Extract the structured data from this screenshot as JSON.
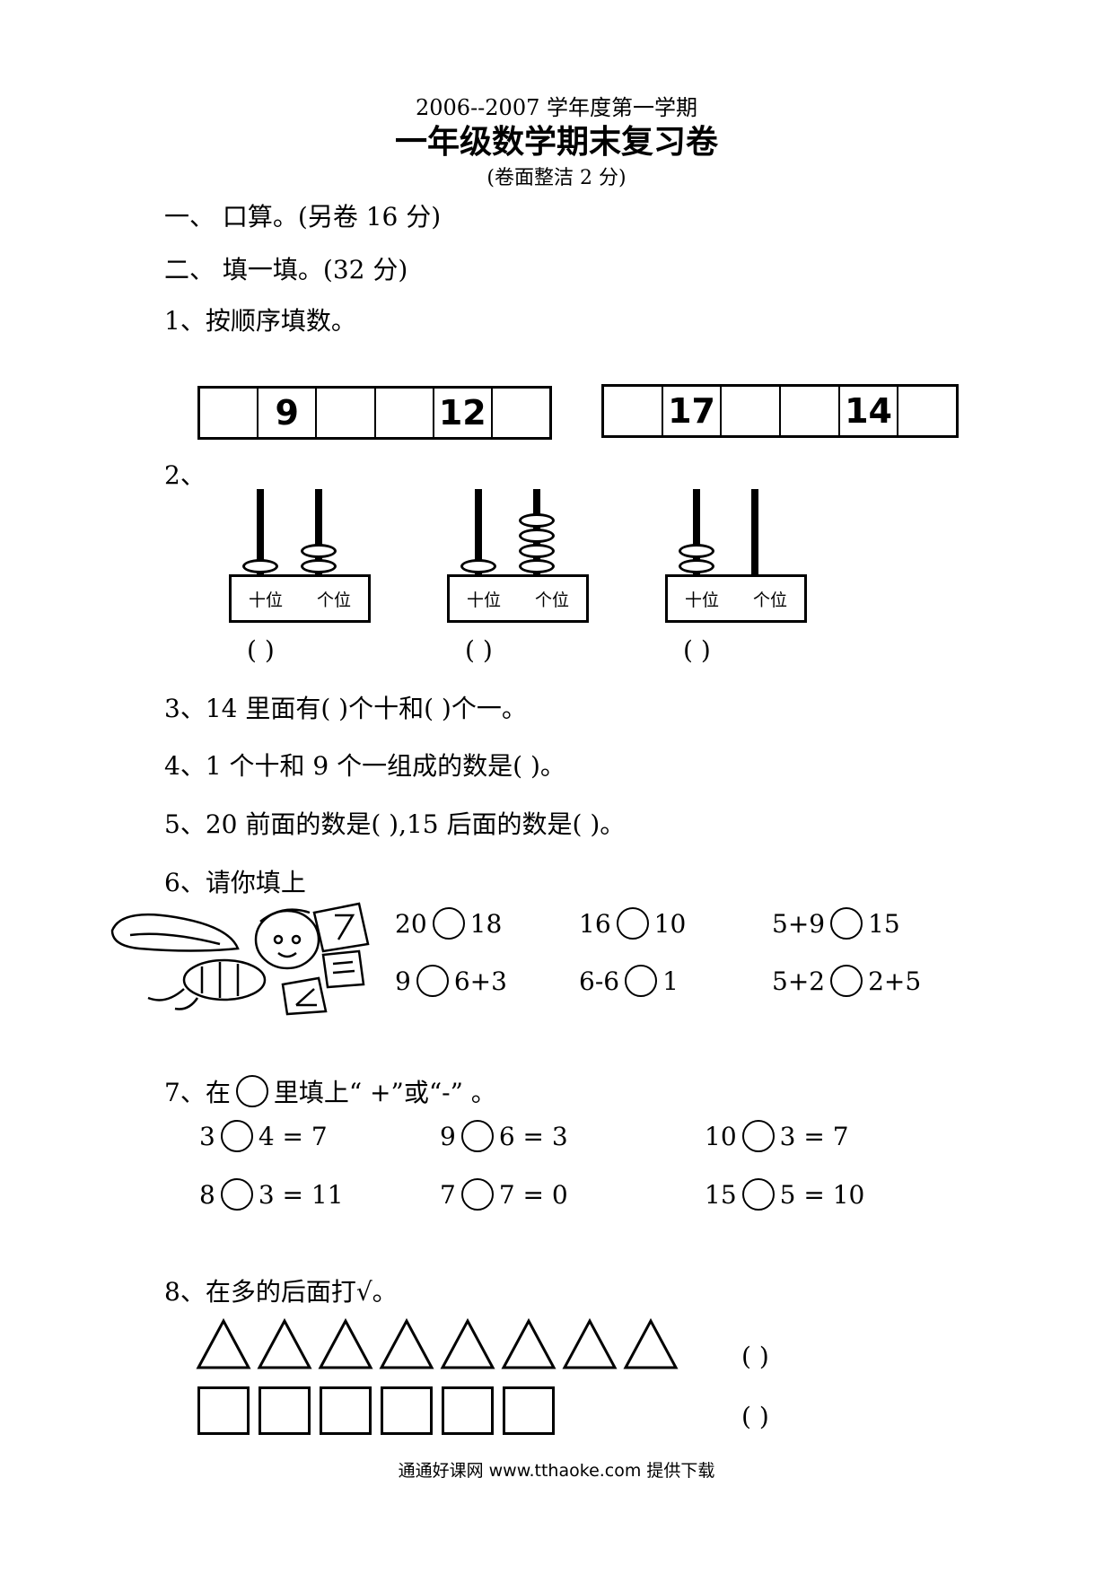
{
  "header": {
    "term": "2006--2007 学年度第一学期",
    "title": "一年级数学期末复习卷",
    "subtitle": "(卷面整洁 2 分)"
  },
  "sections": {
    "s1": "一、  口算。(另卷 16 分)",
    "s2": "二、  填一填。(32 分)"
  },
  "q1": {
    "label": "1、按顺序填数。",
    "row_a": [
      "",
      "9",
      "",
      "",
      "12",
      ""
    ],
    "row_b": [
      "",
      "17",
      "",
      "",
      "14",
      ""
    ]
  },
  "q2": {
    "label": "2、",
    "tens_label": "十位",
    "ones_label": "个位",
    "abacuses": [
      {
        "tens": 1,
        "ones": 2
      },
      {
        "tens": 1,
        "ones": 4
      },
      {
        "tens": 2,
        "ones": 0
      }
    ],
    "answer_blank": "(          )"
  },
  "q3": "3、14 里面有(        )个十和(        )个一。",
  "q4": "4、1 个十和 9 个一组成的数是(        )。",
  "q5": "5、20 前面的数是(        ),15 后面的数是(        )。",
  "q6": {
    "label": "6、请你填上",
    "row1": [
      [
        "20",
        "18"
      ],
      [
        "16",
        "10"
      ],
      [
        "5+9",
        "15"
      ]
    ],
    "row2": [
      [
        "9",
        "6+3"
      ],
      [
        "6-6",
        "1"
      ],
      [
        "5+2",
        "2+5"
      ]
    ]
  },
  "q7": {
    "label_a": "7、在",
    "label_b": "里填上“ +”或“-” 。",
    "row1": [
      [
        "3",
        "4 = 7"
      ],
      [
        "9",
        "6 = 3"
      ],
      [
        "10",
        "3 = 7"
      ]
    ],
    "row2": [
      [
        "8",
        "3 = 11"
      ],
      [
        "7",
        "7 = 0"
      ],
      [
        "15",
        "5 = 10"
      ]
    ]
  },
  "q8": {
    "label": "8、在多的后面打√。",
    "triangles": 8,
    "squares": 6,
    "blank": "(          )"
  },
  "footer": "通通好课网  www.tthaoke.com  提供下载"
}
